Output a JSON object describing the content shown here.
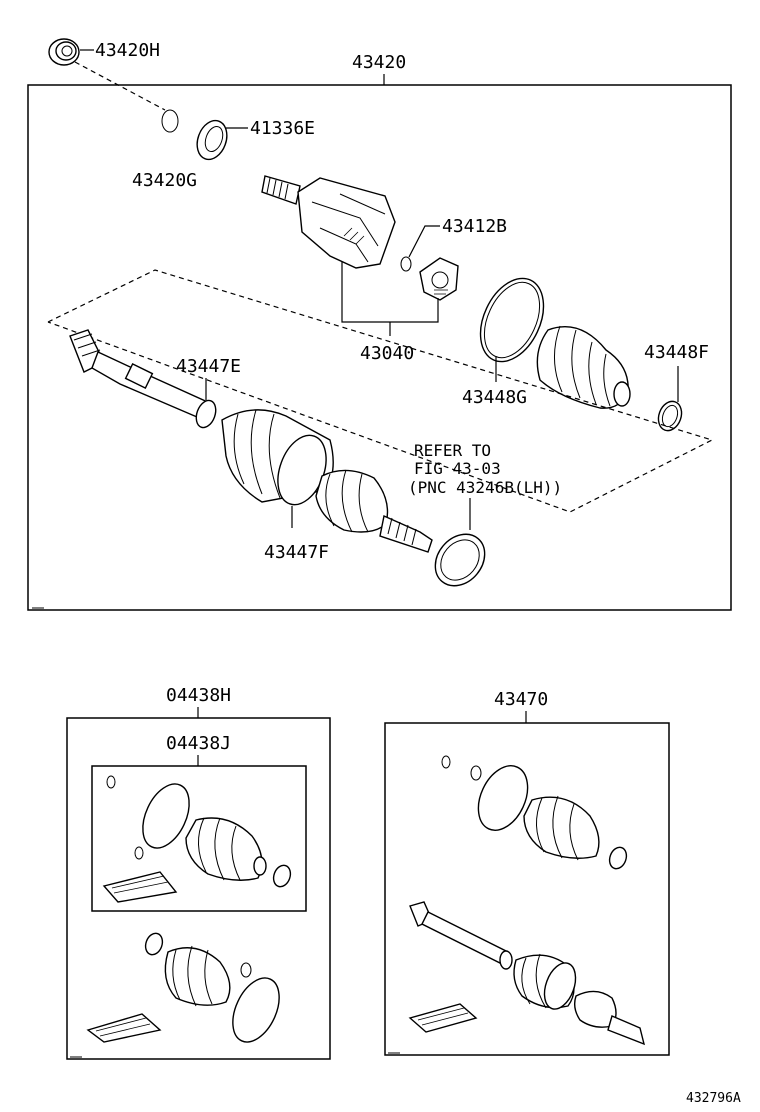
{
  "labels": {
    "p43420H": "43420H",
    "p43420": "43420",
    "p41336E": "41336E",
    "p43420G": "43420G",
    "p43412B": "43412B",
    "p43040": "43040",
    "p43448F": "43448F",
    "p43448G": "43448G",
    "p43447E": "43447E",
    "p43447F": "43447F",
    "p04438H": "04438H",
    "p04438J": "04438J",
    "p43470": "43470"
  },
  "refer_note": {
    "line1": "REFER TO",
    "line2": "FIG 43-03",
    "line3": "(PNC 43246B(LH))"
  },
  "figure_id": "432796A"
}
